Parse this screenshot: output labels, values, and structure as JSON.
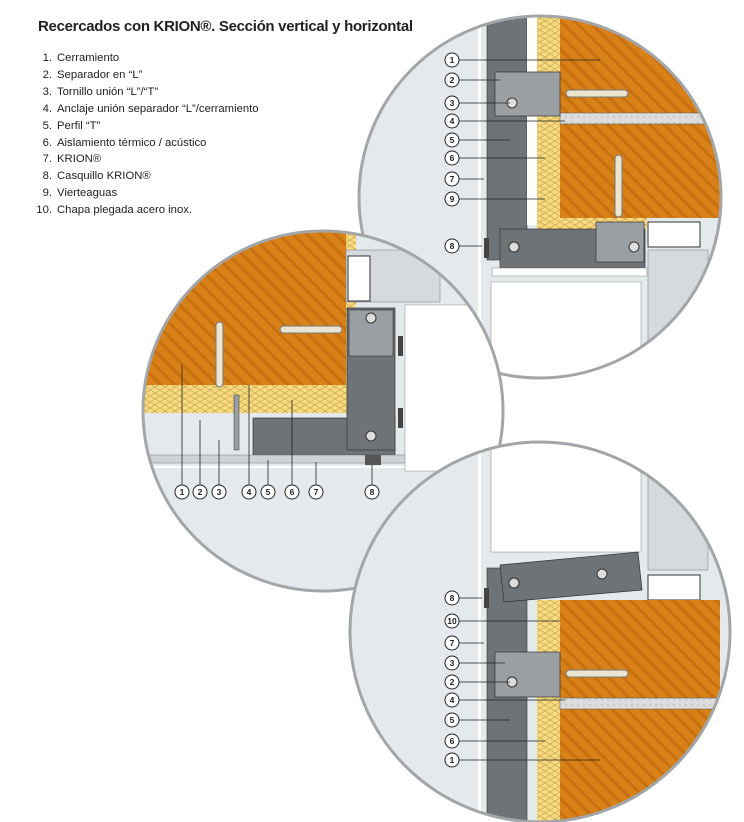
{
  "title": "Recercados con KRION®. Sección vertical y horizontal",
  "legend": [
    {
      "num": "1.",
      "label": "Cerramiento"
    },
    {
      "num": "2.",
      "label": "Separador en “L”"
    },
    {
      "num": "3.",
      "label": "Tornillo unión “L”/“T”"
    },
    {
      "num": "4.",
      "label": "Anclaje unión separador “L”/cerramiento"
    },
    {
      "num": "5.",
      "label": "Perfil “T”"
    },
    {
      "num": "6.",
      "label": "Aislamiento térmico / acústico"
    },
    {
      "num": "7.",
      "label": "KRION®"
    },
    {
      "num": "8.",
      "label": "Casquillo KRION®"
    },
    {
      "num": "9.",
      "label": "Vierteaguas"
    },
    {
      "num": "10.",
      "label": "Chapa plegada acero inox."
    }
  ],
  "callouts": {
    "top": [
      "1",
      "2",
      "3",
      "4",
      "5",
      "6",
      "7",
      "9",
      "8"
    ],
    "left": [
      "1",
      "2",
      "3",
      "4",
      "5",
      "6",
      "7",
      "8"
    ],
    "bottom": [
      "8",
      "10",
      "7",
      "3",
      "2",
      "4",
      "5",
      "6",
      "1"
    ]
  },
  "colors": {
    "wall": "#d98119",
    "insulation": "#f6da84",
    "krion": "#6e7378",
    "bracket": "#9a9fa3",
    "background": "#e4e9ec",
    "ring": "#a3a6a8"
  }
}
